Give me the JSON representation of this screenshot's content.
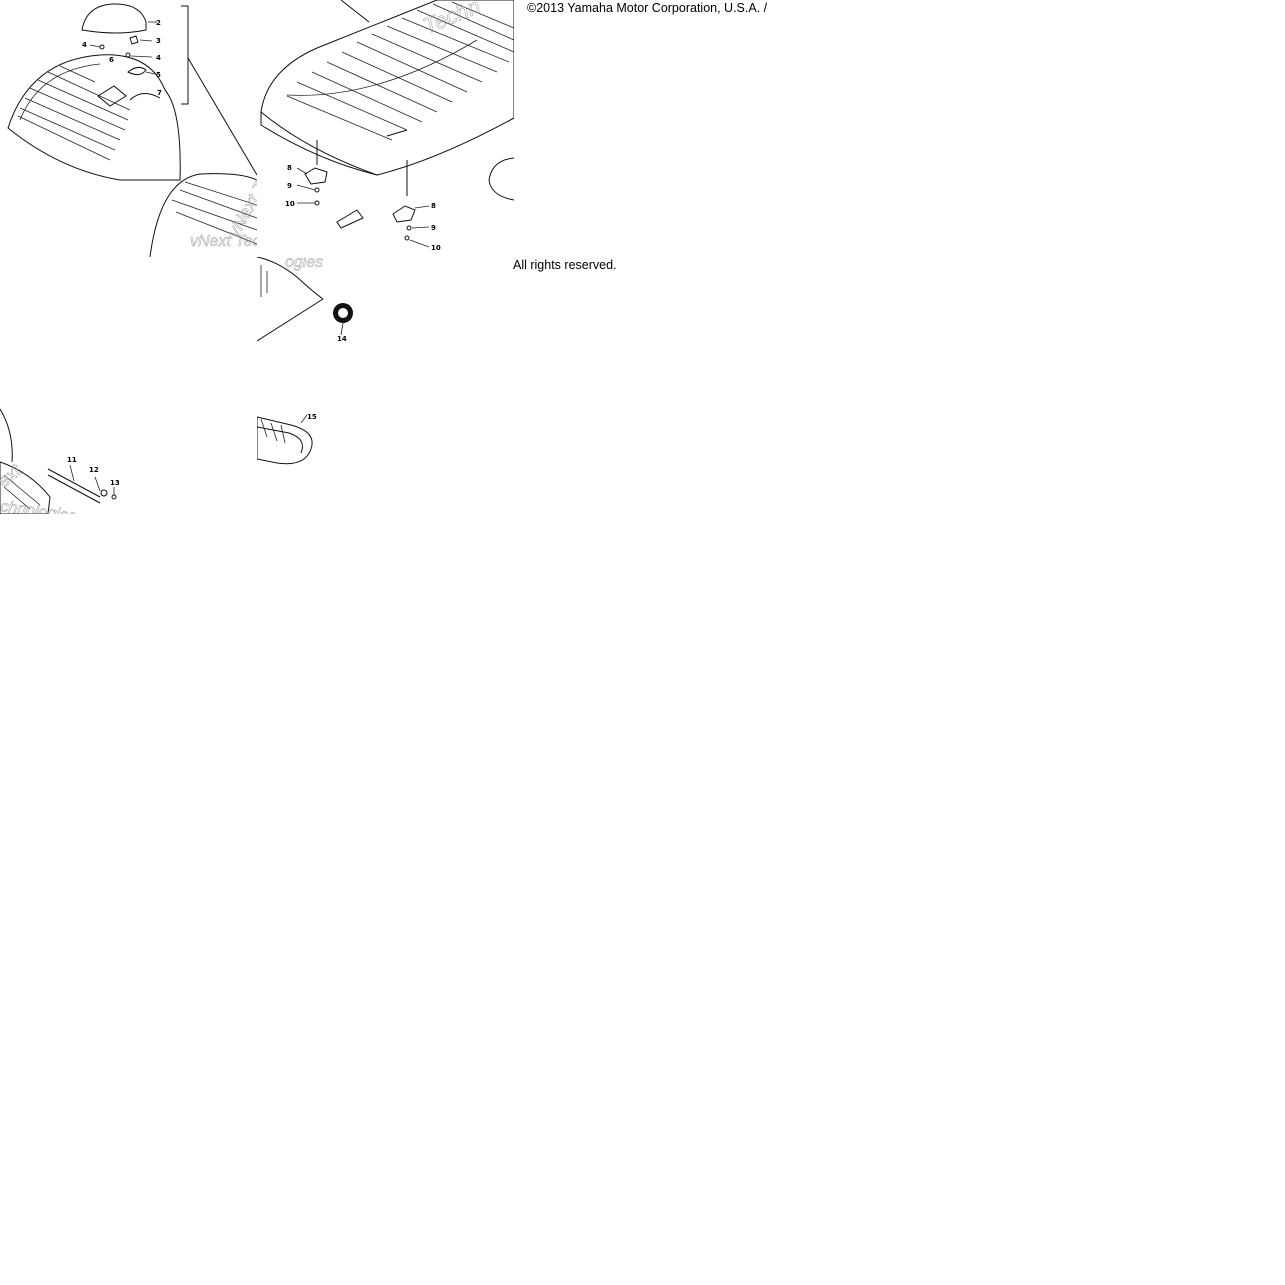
{
  "text": {
    "copyright": "©2013 Yamaha Motor Corporation, U.S.A. All rights reserved.",
    "copyright_visible": "©2013 Yamaha Motor Corporation, U.S.A. /",
    "rights": "All rights reserved."
  },
  "watermark": {
    "a": "vNext Tec",
    "b": "Techn",
    "c": "ogies",
    "d1": "ext",
    "d2": "chnologies"
  },
  "callouts": {
    "c2": "2",
    "c3": "3",
    "c4": "4",
    "c4b": "4",
    "c5": "5",
    "c6": "6",
    "c7": "7",
    "c8a": "8",
    "c9a": "9",
    "c10a": "10",
    "c8b": "8",
    "c9b": "9",
    "c10b": "10",
    "c11": "11",
    "c12": "12",
    "c13": "13",
    "c14": "14",
    "c15": "15"
  },
  "colors": {
    "line": "#111111",
    "watermark": "#9a9a9a",
    "background": "#ffffff"
  }
}
